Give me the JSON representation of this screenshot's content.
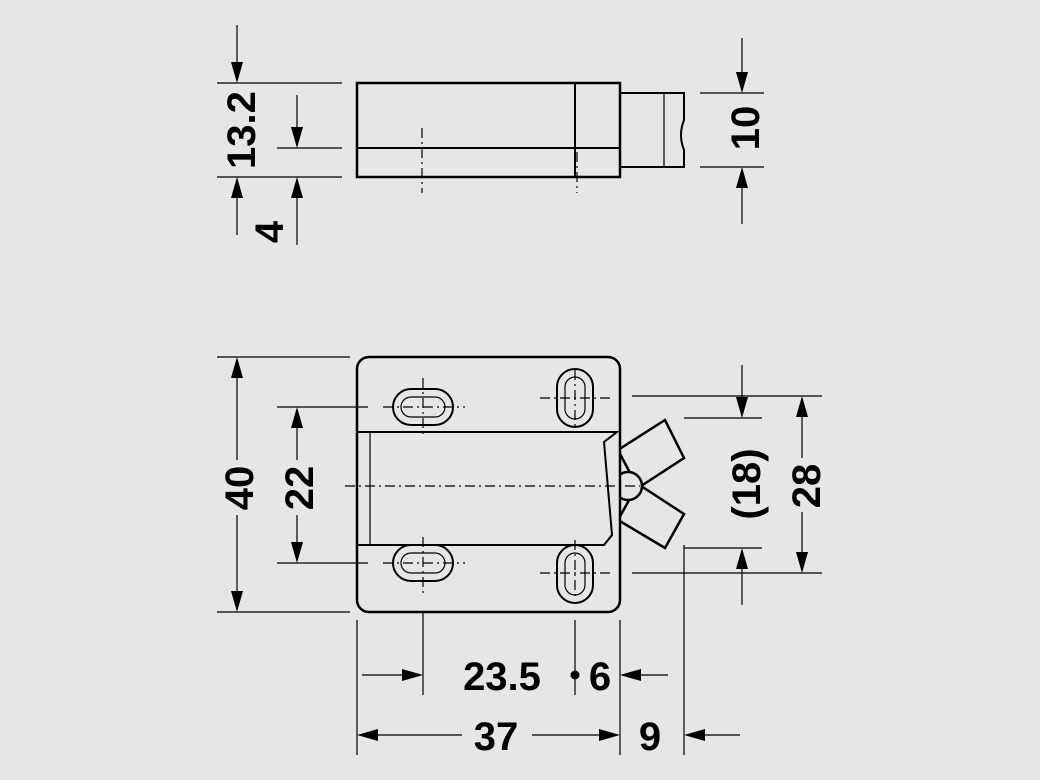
{
  "colors": {
    "background": "#e6e6e6",
    "lines": "#000000"
  },
  "dimensions": {
    "top_height": "13.2",
    "top_offset": "4",
    "top_plunger": "10",
    "front_height": "40",
    "front_hole_spacing": "22",
    "front_arm_span": "(18)",
    "front_arm_outer": "28",
    "hole_spacing_width": "23.5",
    "hole_offset": "6",
    "body_width": "37",
    "arm_protrusion": "9"
  }
}
